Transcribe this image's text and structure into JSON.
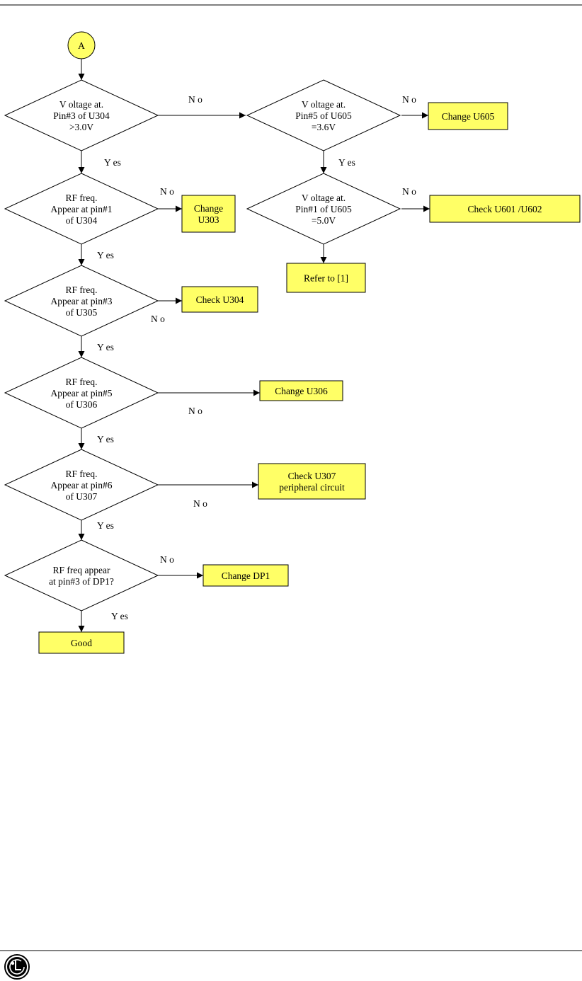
{
  "start": {
    "label": "A"
  },
  "decisions": [
    {
      "id": "d1",
      "lines": [
        "V oltage at.",
        "Pin#3 of U304",
        ">3.0V"
      ]
    },
    {
      "id": "d2",
      "lines": [
        "V oltage at.",
        "Pin#5 of U605",
        "=3.6V"
      ]
    },
    {
      "id": "d3",
      "lines": [
        "V oltage at.",
        "Pin#1 of U605",
        "=5.0V"
      ]
    },
    {
      "id": "d4",
      "lines": [
        "RF freq.",
        "Appear at pin#1",
        "of U304"
      ]
    },
    {
      "id": "d5",
      "lines": [
        "RF freq.",
        "Appear at pin#3",
        "of U305"
      ]
    },
    {
      "id": "d6",
      "lines": [
        "RF freq.",
        "Appear at pin#5",
        "of U306"
      ]
    },
    {
      "id": "d7",
      "lines": [
        "RF freq.",
        "Appear at pin#6",
        "of U307"
      ]
    },
    {
      "id": "d8",
      "lines": [
        "RF freq appear",
        "at pin#3 of DP1?"
      ]
    }
  ],
  "actions": [
    {
      "id": "a1",
      "lines": [
        "Change U605"
      ]
    },
    {
      "id": "a2",
      "lines": [
        "Check U601 /U602"
      ]
    },
    {
      "id": "a3",
      "lines": [
        "Refer to [1]"
      ]
    },
    {
      "id": "a4",
      "lines": [
        "Change",
        "U303"
      ]
    },
    {
      "id": "a5",
      "lines": [
        "Check U304"
      ]
    },
    {
      "id": "a6",
      "lines": [
        "Change U306"
      ]
    },
    {
      "id": "a7",
      "lines": [
        "Check U307",
        "peripheral circuit"
      ]
    },
    {
      "id": "a8",
      "lines": [
        "Change DP1"
      ]
    },
    {
      "id": "a9",
      "lines": [
        "Good"
      ]
    }
  ],
  "edge_labels": {
    "d1_no": "N o",
    "d1_yes": "Y es",
    "d2_no": "N o",
    "d2_yes": "Y es",
    "d3_no": "N o",
    "d4_no": "N o",
    "d4_yes": "Y es",
    "d5_no": "N o",
    "d5_yes": "Y es",
    "d6_no": "N o",
    "d6_yes": "Y es",
    "d7_no": "N o",
    "d7_yes": "Y es",
    "d8_no": "N o",
    "d8_yes": "Y es"
  },
  "footer": {
    "logo_text": "LG"
  },
  "colors": {
    "box_fill": "#ffff66",
    "start_fill": "#ffff66",
    "line": "#000000",
    "rule": "#000000"
  }
}
